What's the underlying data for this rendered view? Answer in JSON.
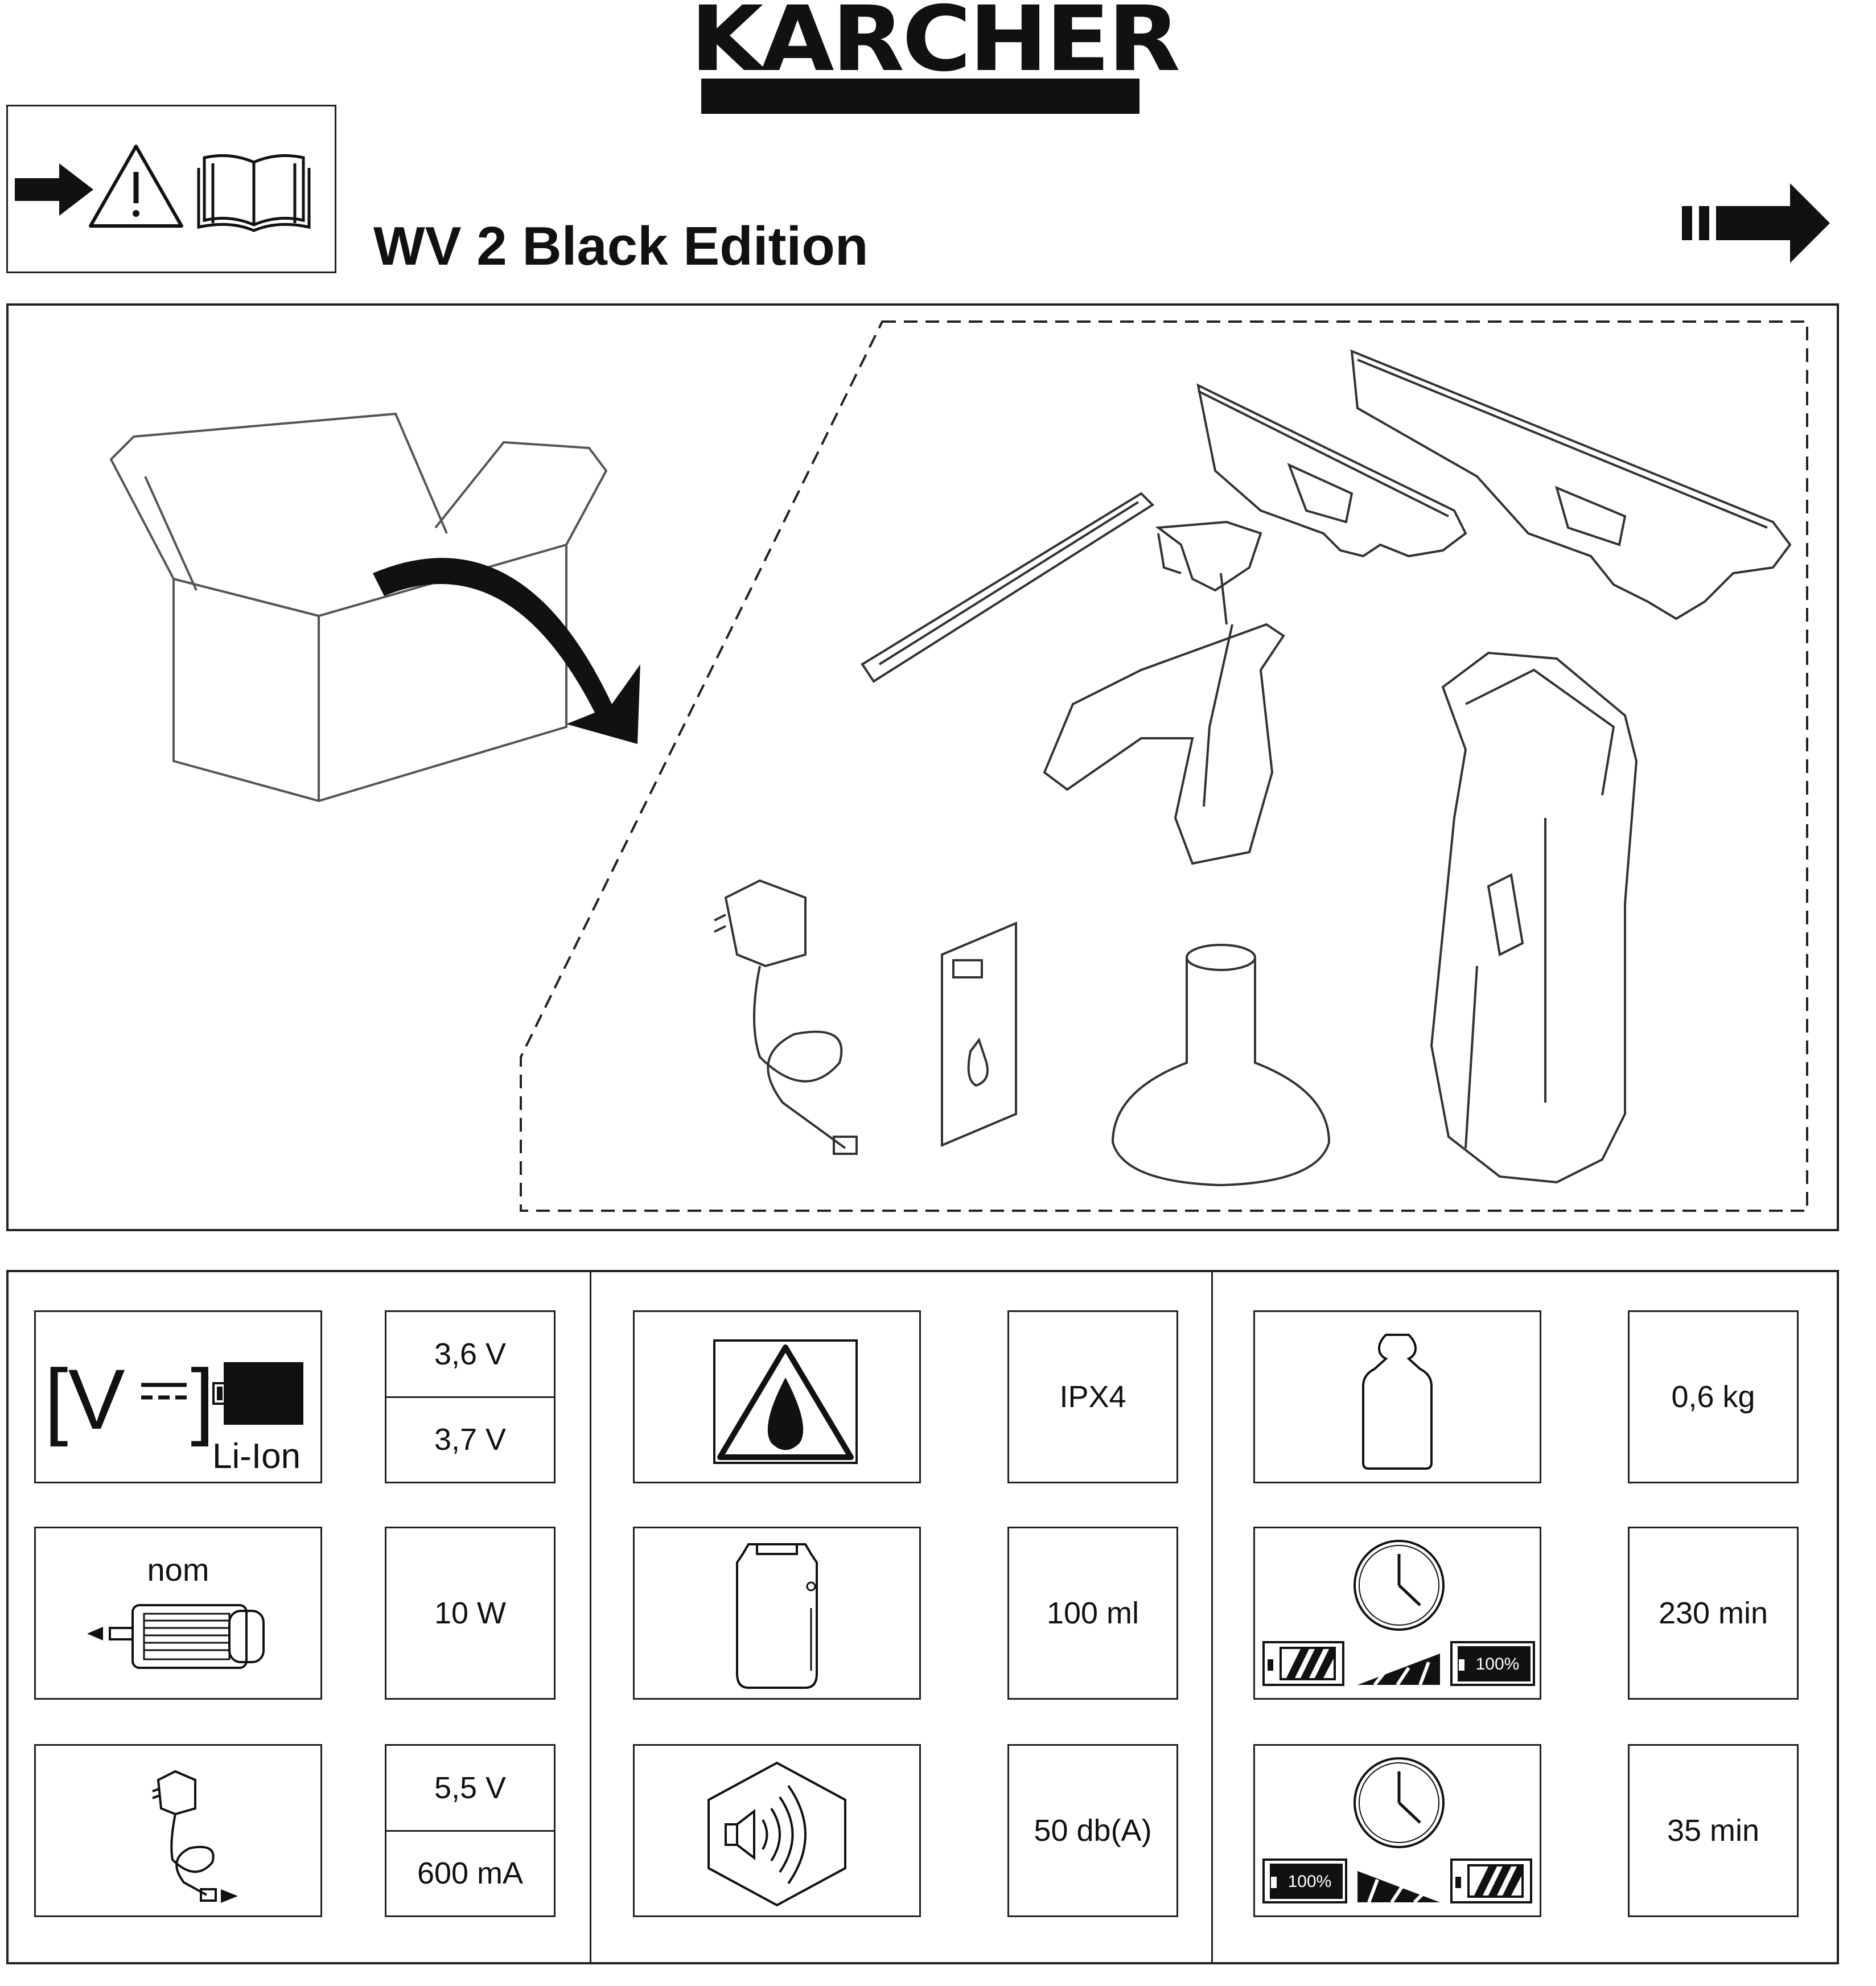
{
  "brand": {
    "logo": "KÄRCHER"
  },
  "header": {
    "product_title": "WV 2 Black Edition"
  },
  "icons": {
    "warning": [
      "arrow-right-icon",
      "warning-triangle-icon",
      "manual-book-icon"
    ],
    "next_page": "next-page-arrow-icon",
    "illustration": [
      "open-box-icon",
      "squeegee-large-icon",
      "squeegee-small-icon",
      "wiper-blade-icon",
      "spray-bottle-icon",
      "wiper-head-icon",
      "concentrate-bottle-icon",
      "charger-icon",
      "leaflet-icon",
      "window-vac-icon"
    ]
  },
  "specs": {
    "battery": {
      "label": "Li-Ion",
      "values": [
        "3,6 V",
        "3,7 V"
      ]
    },
    "power": {
      "label": "nom",
      "value": "10 W"
    },
    "charger": {
      "values": [
        "5,5 V",
        "600 mA"
      ]
    },
    "protection": {
      "value": "IPX4"
    },
    "tank": {
      "value": "100 ml"
    },
    "noise": {
      "value": "50 db(A)"
    },
    "weight": {
      "value": "0,6 kg"
    },
    "runtime": {
      "battery_label": "100%",
      "value": "230 min"
    },
    "charge_time": {
      "battery_label": "100%",
      "value": "35 min"
    }
  }
}
